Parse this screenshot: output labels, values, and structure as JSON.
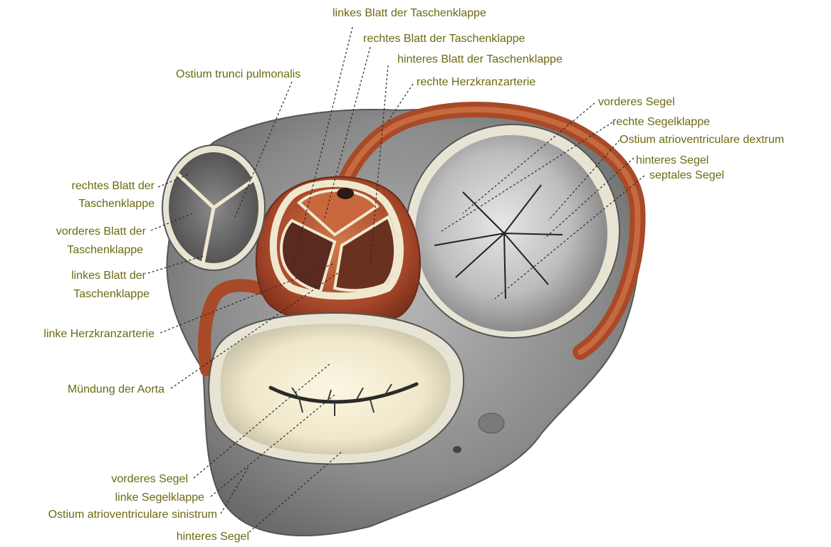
{
  "labels": {
    "top_1": "linkes Blatt der Taschenklappe",
    "top_2": "rechtes Blatt der Taschenklappe",
    "top_3": "hinteres Blatt der Taschenklappe",
    "top_4": "rechte Herzkranzarterie",
    "ostium_trunci": "Ostium trunci pulmonalis",
    "right_1": "vorderes Segel",
    "right_2": "rechte Segelklappe",
    "right_3": "Ostium atrioventriculare dextrum",
    "right_4": "hinteres Segel",
    "right_5": "septales Segel",
    "left_1a": "rechtes Blatt der",
    "left_1b": "Taschenklappe",
    "left_2a": "vorderes Blatt der",
    "left_2b": "Taschenklappe",
    "left_3a": "linkes Blatt der",
    "left_3b": "Taschenklappe",
    "left_4": "linke Herzkranzarterie",
    "left_5": "Mündung der Aorta",
    "bottom_1": "vorderes Segel",
    "bottom_2": "linke Segelklappe",
    "bottom_3": "Ostium atrioventriculare sinistrum",
    "bottom_4": "hinteres Segel"
  },
  "colors": {
    "label_text": "#6b6a10",
    "leader_line": "#2a2a2a",
    "tissue_gray": "#8e8e8e",
    "artery_red": "#b8502a",
    "valve_cream": "#f2ecd2"
  }
}
